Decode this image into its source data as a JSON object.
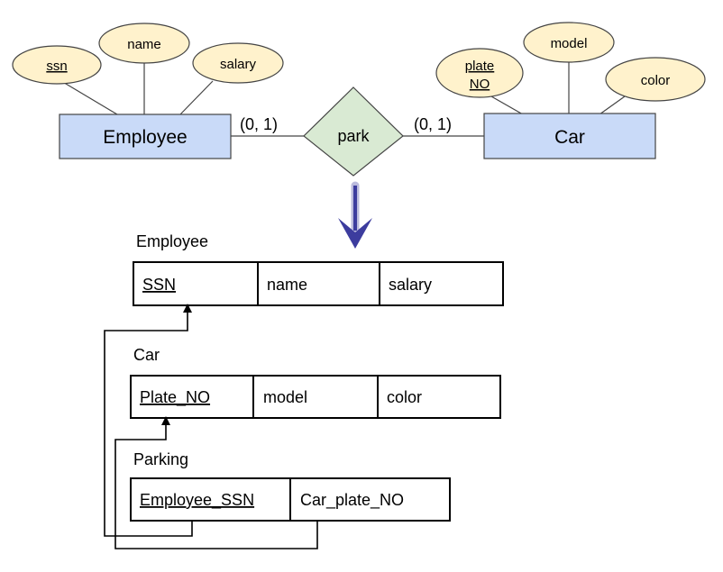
{
  "er_diagram": {
    "employee": {
      "label": "Employee",
      "attributes": [
        {
          "label": "ssn",
          "key": true
        },
        {
          "label": "name",
          "key": false
        },
        {
          "label": "salary",
          "key": false
        }
      ]
    },
    "car": {
      "label": "Car",
      "attributes": [
        {
          "lines": [
            "plate",
            "NO"
          ],
          "key": true
        },
        {
          "label": "model",
          "key": false
        },
        {
          "label": "color",
          "key": false
        }
      ]
    },
    "relationship": {
      "label": "park",
      "left_cardinality": "(0, 1)",
      "right_cardinality": "(0, 1)"
    }
  },
  "tables": {
    "employee": {
      "name": "Employee",
      "columns": [
        {
          "label": "SSN",
          "key": true
        },
        {
          "label": "name",
          "key": false
        },
        {
          "label": "salary",
          "key": false
        }
      ]
    },
    "car": {
      "name": "Car",
      "columns": [
        {
          "label": "Plate_NO",
          "key": true
        },
        {
          "label": "model",
          "key": false
        },
        {
          "label": "color",
          "key": false
        }
      ]
    },
    "parking": {
      "name": "Parking",
      "columns": [
        {
          "label": "Employee_SSN",
          "key": true
        },
        {
          "label": "Car_plate_NO",
          "key": false
        }
      ]
    }
  },
  "colors": {
    "entity_fill": "#c9daf8",
    "attribute_fill": "#fff2cc",
    "relationship_fill": "#d9ead3",
    "arrow_color": "#3c3c9e"
  }
}
